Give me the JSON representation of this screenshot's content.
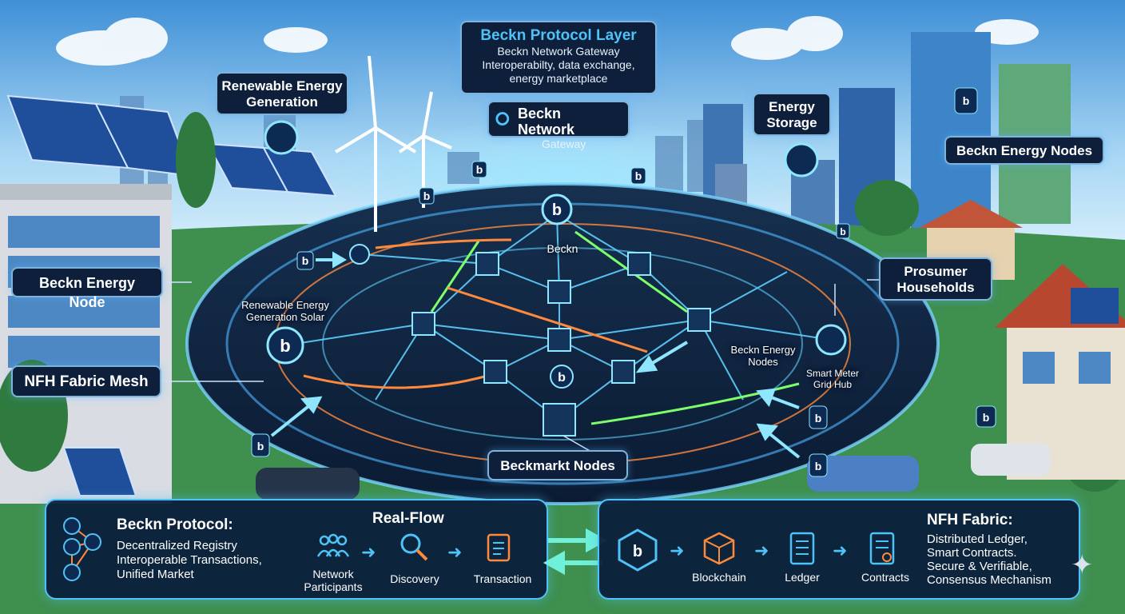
{
  "labels": {
    "protocol_layer_title": "Beckn Protocol Layer",
    "protocol_layer_lines": [
      "Beckn Network Gateway",
      "Interoperabilty, data exchange,",
      "energy marketplace"
    ],
    "gateway_title": "Beckn Network",
    "gateway_sub": "Gateway",
    "renewable_generation": [
      "Renewable Energy",
      "Generation"
    ],
    "energy_storage": [
      "Energy",
      "Storage"
    ],
    "beckn_energy_nodes_top": "Beckn Energy Nodes",
    "beckn_energy_node_left": "Beckn Energy Node",
    "prosumer_households": [
      "Prosumer",
      "Households"
    ],
    "nfh_fabric_mesh": "NFH Fabric Mesh",
    "beckn_market_nodes": "Beckmarkt Nodes"
  },
  "scene_text": {
    "beckn_center": "Beckn",
    "renewable_solar": [
      "Renewable Energy",
      "Generation Solar"
    ],
    "beckn_energy_nodes_inner": [
      "Beckn Energy",
      "Nodes"
    ],
    "smart_meter": [
      "Smart Meter",
      "Grid Hub"
    ]
  },
  "left_panel": {
    "title": "Beckn Protocol:",
    "lines": [
      "Decentralized Registry",
      "Interoperable Transactions,",
      "Unified Market"
    ],
    "flow_title": "Real-Flow",
    "steps": [
      {
        "label": "Network Participants",
        "icon": "people-icon"
      },
      {
        "label": "Discovery",
        "icon": "magnifier-icon"
      },
      {
        "label": "Transaction",
        "icon": "document-icon"
      }
    ]
  },
  "right_panel": {
    "title": "NFH Fabric:",
    "lines": [
      "Distributed Ledger,",
      "Smart Contracts.",
      "Secure & Verifiable,",
      "Consensus Mechanism"
    ],
    "steps": [
      {
        "label": "Blockchain",
        "icon": "cube-chain-icon"
      },
      {
        "label": "Ledger",
        "icon": "ledger-icon"
      },
      {
        "label": "Contracts",
        "icon": "contract-icon"
      }
    ]
  },
  "colors": {
    "panel_border": "#4fc3f7",
    "panel_bg": "#0a1e3c",
    "label_bg": "#0d1f3a",
    "flow_green": "#7cff6b",
    "flow_orange": "#ff8a3d",
    "flow_blue": "#5fd0ff"
  }
}
